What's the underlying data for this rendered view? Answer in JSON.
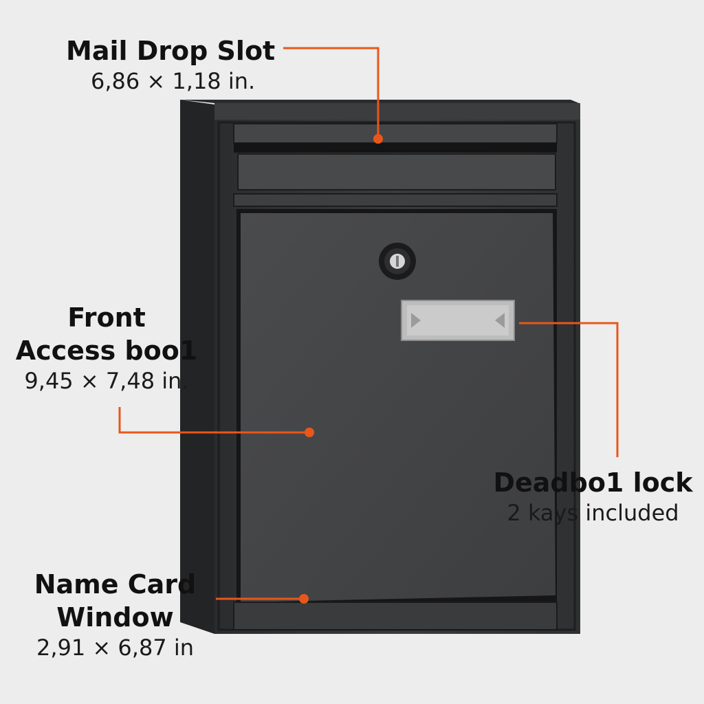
{
  "accent_color": "#e8571a",
  "product_color": "#3f4042",
  "callouts": {
    "mail_slot": {
      "title": "Mail Drop Slot",
      "dimension": "6,86 × 1,18 in."
    },
    "front_door": {
      "title_line1": "Front",
      "title_line2": "Access boo1",
      "dimension": "9,45 × 7,48 in."
    },
    "lock": {
      "title": "Deadbo1 lock",
      "note": "2 kays included"
    },
    "name_card": {
      "title_line1": "Name Card",
      "title_line2": "Window",
      "dimension": "2,91 × 6,87 in"
    }
  }
}
